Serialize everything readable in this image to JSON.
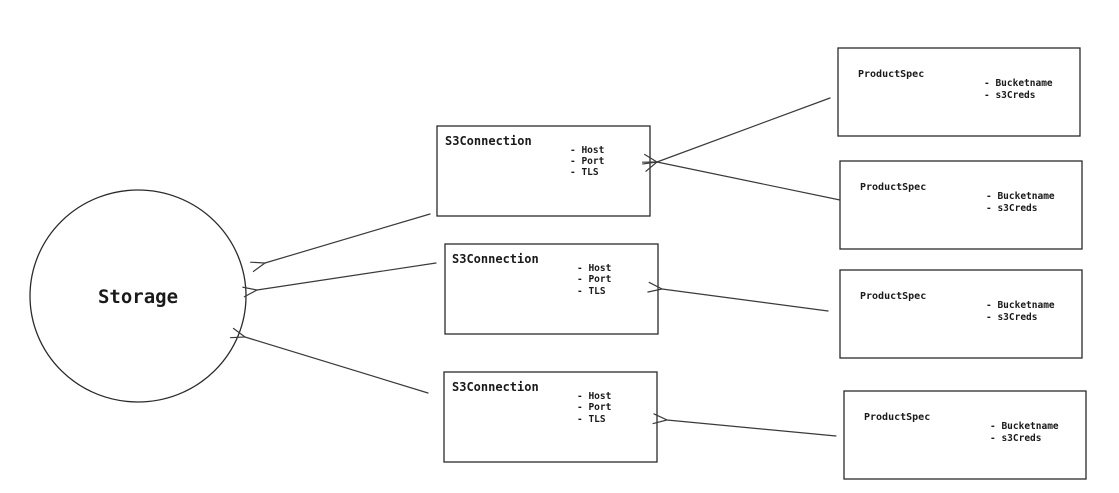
{
  "storage": {
    "label": "Storage"
  },
  "connections": [
    {
      "title": "S3Connection",
      "fields": [
        "- Host",
        "- Port",
        "- TLS"
      ]
    },
    {
      "title": "S3Connection",
      "fields": [
        "- Host",
        "- Port",
        "- TLS"
      ]
    },
    {
      "title": "S3Connection",
      "fields": [
        "- Host",
        "- Port",
        "- TLS"
      ]
    }
  ],
  "specs": [
    {
      "title": "ProductSpec",
      "fields": [
        "- Bucketname",
        "- s3Creds"
      ]
    },
    {
      "title": "ProductSpec",
      "fields": [
        "- Bucketname",
        "- s3Creds"
      ]
    },
    {
      "title": "ProductSpec",
      "fields": [
        "- Bucketname",
        "- s3Creds"
      ]
    },
    {
      "title": "ProductSpec",
      "fields": [
        "- Bucketname",
        "- s3Creds"
      ]
    }
  ],
  "colors": {
    "stroke": "#2b2b2b",
    "text": "#1a1a1a",
    "background": "#ffffff"
  }
}
